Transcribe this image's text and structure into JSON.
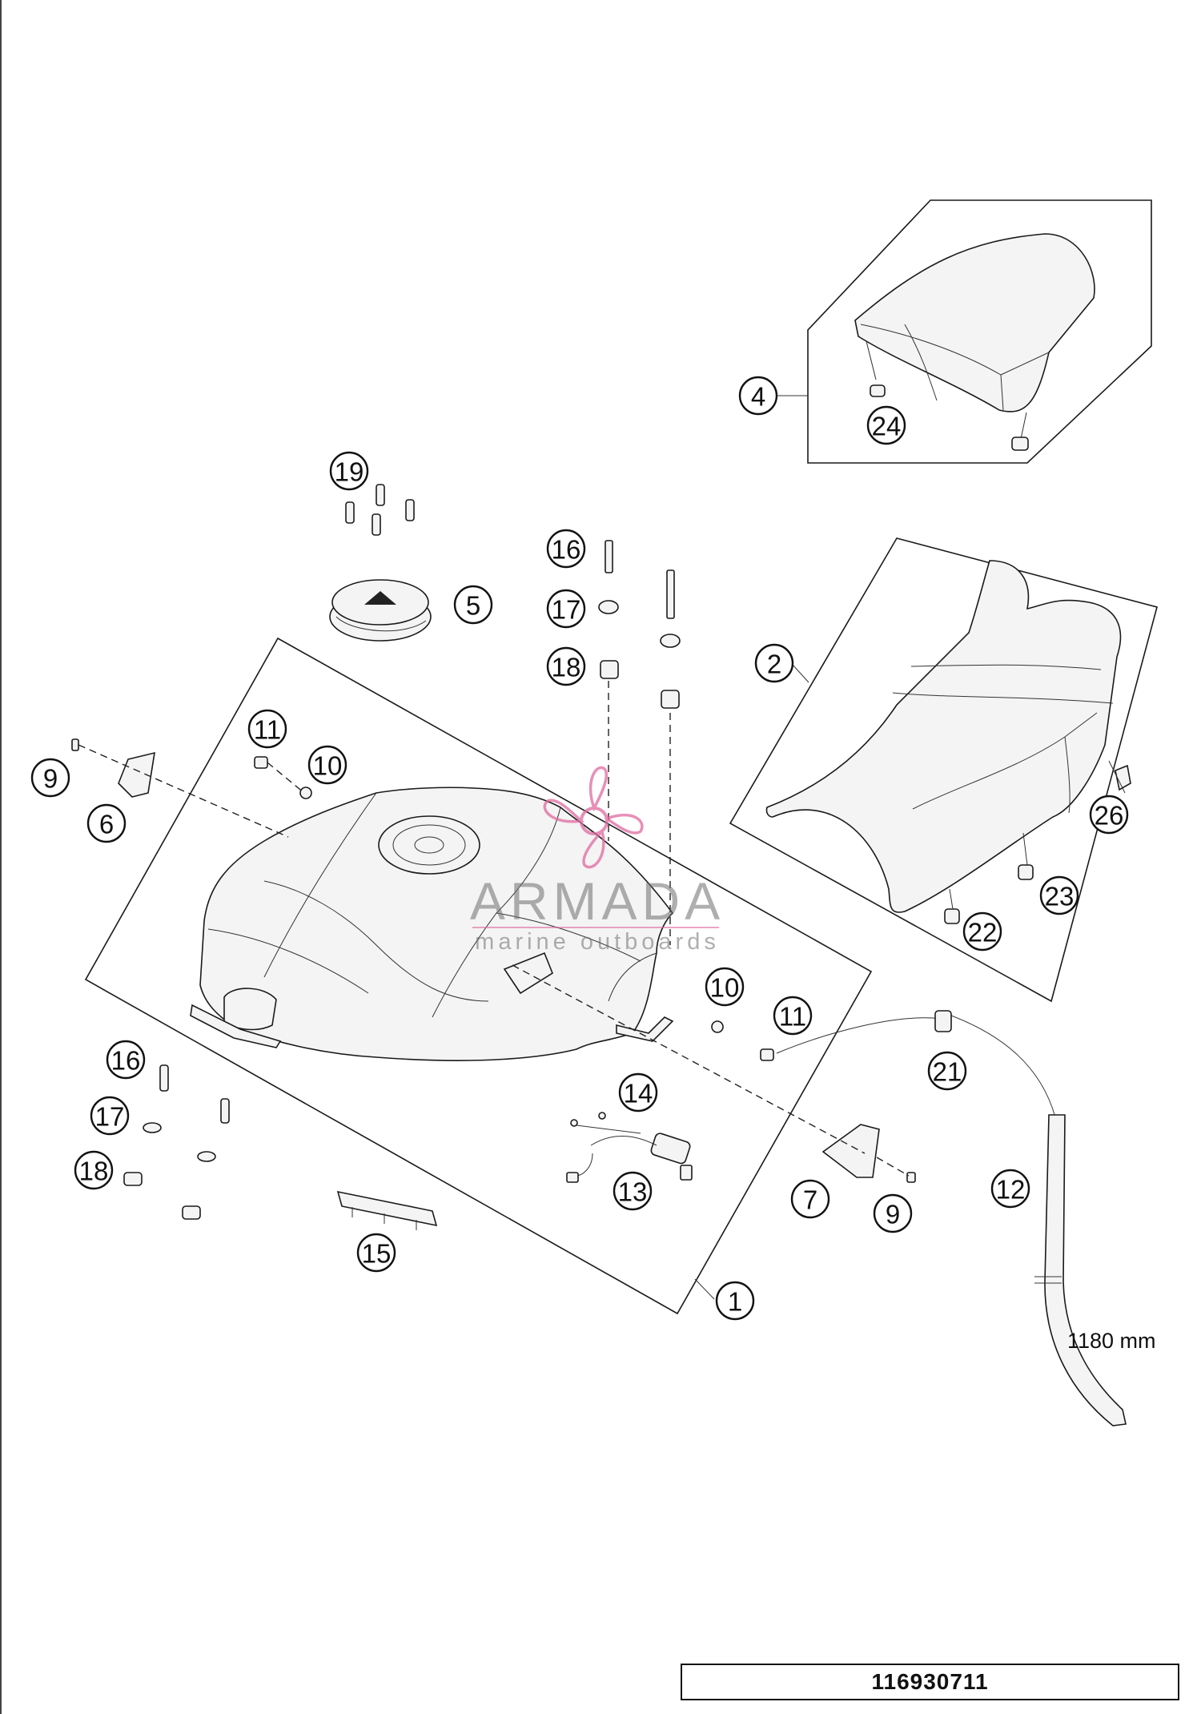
{
  "callouts": {
    "c1": "1",
    "c2": "2",
    "c4": "4",
    "c5": "5",
    "c6": "6",
    "c7": "7",
    "c9a": "9",
    "c9b": "9",
    "c10a": "10",
    "c10b": "10",
    "c11a": "11",
    "c11b": "11",
    "c12": "12",
    "c13": "13",
    "c14": "14",
    "c15": "15",
    "c16a": "16",
    "c16b": "16",
    "c17a": "17",
    "c17b": "17",
    "c18a": "18",
    "c18b": "18",
    "c19": "19",
    "c21": "21",
    "c22": "22",
    "c23": "23",
    "c24": "24",
    "c26": "26"
  },
  "dimension_label": "1180 mm",
  "watermark": {
    "brand": "ARMADA",
    "tagline": "marine outboards",
    "logo_color": "#e06aa0"
  },
  "document_number": "116930711"
}
